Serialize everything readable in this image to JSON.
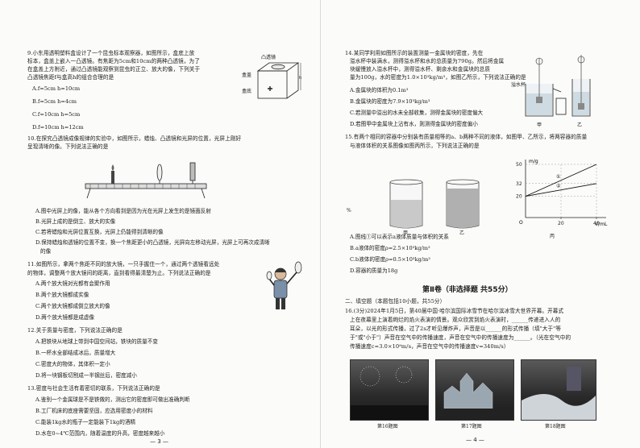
{
  "left": {
    "q9": {
      "lines": [
        "9.小东用透明塑料盒设计了一个昆虫标本观察器，如图所示，盒底上放",
        "标本，盒盖上嵌入一凸透镜。有焦距为5cm和10cm的两种凸透镜，为了",
        "在盒盖上方附近，通过凸透镜能观察到昆虫的正立、放大的像，下列关于",
        "凸透镜焦距f与盒高h的组合合理的是"
      ],
      "figure_label": "凸透镜",
      "side_labels": [
        "盒盖",
        "盒底"
      ],
      "options": [
        "A.f=5cm   h=10cm",
        "B.f=5cm   h=4cm",
        "C.f=10cm   h=5cm",
        "D.f=10cm   h=12cm"
      ]
    },
    "q10": {
      "lines": [
        "10.在探究凸透镜成像规律的实验中，如图所示，蜡烛、凸透镜和光屏的位置，光屏上刚好",
        "呈现清晰的像。下列说法正确的是"
      ],
      "options": [
        "A.图中光屏上的像，能从各个方向看到是因为光在光屏上发生的是镜面反射",
        "B.光屏上成的是倒立、放大的实像",
        "C.若将蜡烛和光屏位置互换，光屏上仍能得到清晰的像",
        "D.保持蜡烛和透镜的位置不变，换一个焦距更小的凸透镜，光屏向左移动光屏，光屏上可再次成清晰",
        "的像"
      ]
    },
    "q11": {
      "lines": [
        "11.如图所示，拿两个焦距不同的放大镜，一只手握住一个，通过两个透镜看远处",
        "的物体，调整两个放大镜间的距离，直到看得最清楚为止。下列说法正确的是"
      ],
      "options": [
        "A.两个放大镜对光都有会聚作用",
        "B.两个放大镜都成实像",
        "C.两个放大镜都成倒立放大的像",
        "D.两个放大镜都是成虚像"
      ]
    },
    "q12": {
      "lines": [
        "12.关于质量与密度，下列说法正确的是"
      ],
      "options": [
        "A.把铁块从地球上带到中国空间站，铁块的质量不变",
        "B.一杯水全部结成冰后，质量增大",
        "C.密度大的物体，其体积一定小",
        "D.将一块钢板切割成一半钢丝后，密度减小"
      ]
    },
    "q13": {
      "lines": [
        "13.密度与社会生活有着密切的联系，下列说法正确的是"
      ],
      "options": [
        "A.鉴别一个金属球是不是铁做的，测出它的密度即可做出准确判断",
        "B.工厂机床的底座需要坚固，应选用密度小的材料",
        "C.能装1kg水的瓶子一定能装下1kg的酒精",
        "D.水在0~4℃范围内，随着温度的升高，密度越来越小"
      ]
    },
    "page_num": "— 3 —"
  },
  "right": {
    "q14": {
      "lines": [
        "14.某同学利用如图所示的装置测量一金属块的密度，先在",
        "溢水杯中装满水，测得溢水杯和水的总质量为790g。然后将金属",
        "块缓慢放入溢水杯中，测得溢水杯、剩余水和金属块的总质",
        "量为100g，水的密度为1.0×10³kg/m³，如图乙所示，下列说法正确的是"
      ],
      "figure_labels": [
        "溢水杯",
        "甲",
        "乙"
      ],
      "options": [
        "A.金属块的体积为0.1m³",
        "B.金属块的密度为7.9×10³kg/m³",
        "C.若测量中溢出的水未全部收集，测得金属块的密度偏大",
        "D.若图甲中金属块上沾有水，则测得金属块的密度偏小"
      ]
    },
    "q15": {
      "lines": [
        "15.有两个相同的容器中分别装有质量相等的a、b两种不同的液体，如图甲、乙所示，将两容器的质量",
        "与液体体积的关系图像如图丙所示，下列说法正确的是"
      ],
      "beaker_labels": [
        "甲",
        "乙",
        "丙"
      ],
      "left_label": "%",
      "options": [
        "A.图线①可以表示a液体质量与体积的关系",
        "B.a液体的密度ρ=2.5×10³kg/m³",
        "C.b液体的密度ρ=0.5×10³kg/m³",
        "D.容器的质量为18g"
      ]
    },
    "section2": {
      "title": "第Ⅱ卷（非选择题 共55分）",
      "part": "二、填空题（本题包括10小题，共55分）",
      "q16_lines": [
        "16.(3分)2024年1月5日，第40届中国·哈尔滨国际冰雪节在哈尔滨冰雪大世界开幕。开幕式",
        "上在夜幕里上演着绚烂的焰火表演的情景。观众欣赏到焰火表演时，______传递进入人的",
        "耳朵，以光的形式传播，过了2s才听见爆炸声，声音是以______的形式传播（填\"大于\"等",
        "于\"或\"小于\"）声音在空气中的传播速度，声音在空气中的传播速度为______。（光在空气中的",
        "传播速度c=3.0×10⁸m/s，声音在空气中的传播速度v=340m/s）"
      ],
      "captions": [
        "第16题图",
        "第17题图",
        "第18题图"
      ]
    },
    "page_num": "— 4 —"
  },
  "chart_data": {
    "type": "line",
    "xlabel": "V/mL",
    "ylabel": "m/g",
    "xlim": [
      0,
      40
    ],
    "ylim": [
      0,
      50
    ],
    "x_ticks": [
      20,
      40
    ],
    "y_ticks": [
      20,
      32,
      50
    ],
    "series": [
      {
        "name": "①",
        "x": [
          0,
          40
        ],
        "y": [
          20,
          50
        ]
      },
      {
        "name": "②",
        "x": [
          0,
          40
        ],
        "y": [
          20,
          32
        ]
      }
    ],
    "origin_label": "O",
    "panel_label": "丙"
  }
}
